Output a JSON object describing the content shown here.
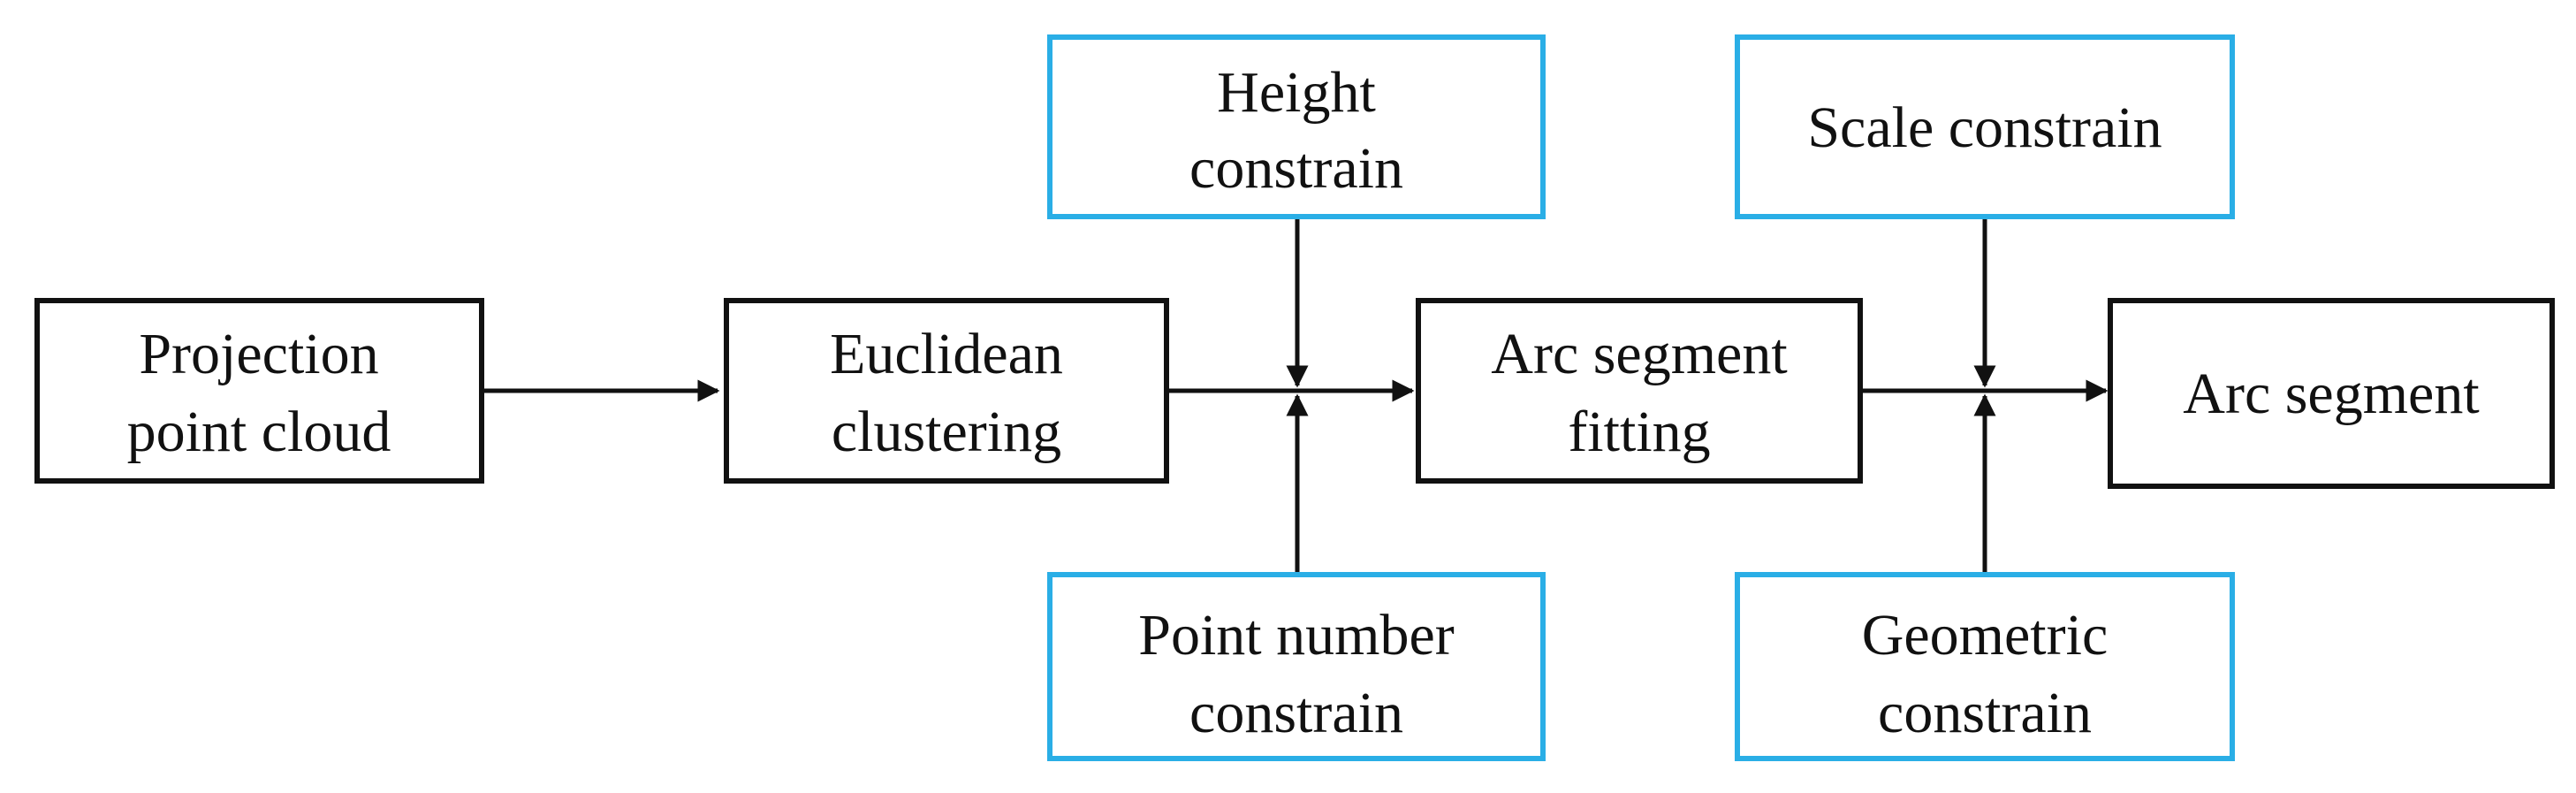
{
  "colors": {
    "process_border": "#111111",
    "constraint_border": "#2aaee6",
    "arrow": "#111111",
    "text": "#111111"
  },
  "nodes": {
    "projection": {
      "lines": [
        "Projection",
        "point cloud"
      ]
    },
    "euclidean": {
      "lines": [
        "Euclidean",
        "clustering"
      ]
    },
    "arc_fitting": {
      "lines": [
        "Arc segment",
        "fitting"
      ]
    },
    "arc_segment": {
      "lines": [
        "Arc segment"
      ]
    },
    "height": {
      "lines": [
        "Height",
        "constrain"
      ]
    },
    "point_number": {
      "lines": [
        "Point number",
        "constrain"
      ]
    },
    "scale": {
      "lines": [
        "Scale constrain"
      ]
    },
    "geometric": {
      "lines": [
        "Geometric",
        "constrain"
      ]
    }
  },
  "edges": [
    {
      "from": "projection",
      "to": "euclidean"
    },
    {
      "from": "euclidean",
      "to": "arc_fitting"
    },
    {
      "from": "arc_fitting",
      "to": "arc_segment"
    },
    {
      "from": "height",
      "to": "euclidean-arc_fitting-junction"
    },
    {
      "from": "point_number",
      "to": "euclidean-arc_fitting-junction"
    },
    {
      "from": "scale",
      "to": "arc_fitting-arc_segment-junction"
    },
    {
      "from": "geometric",
      "to": "arc_fitting-arc_segment-junction"
    }
  ]
}
